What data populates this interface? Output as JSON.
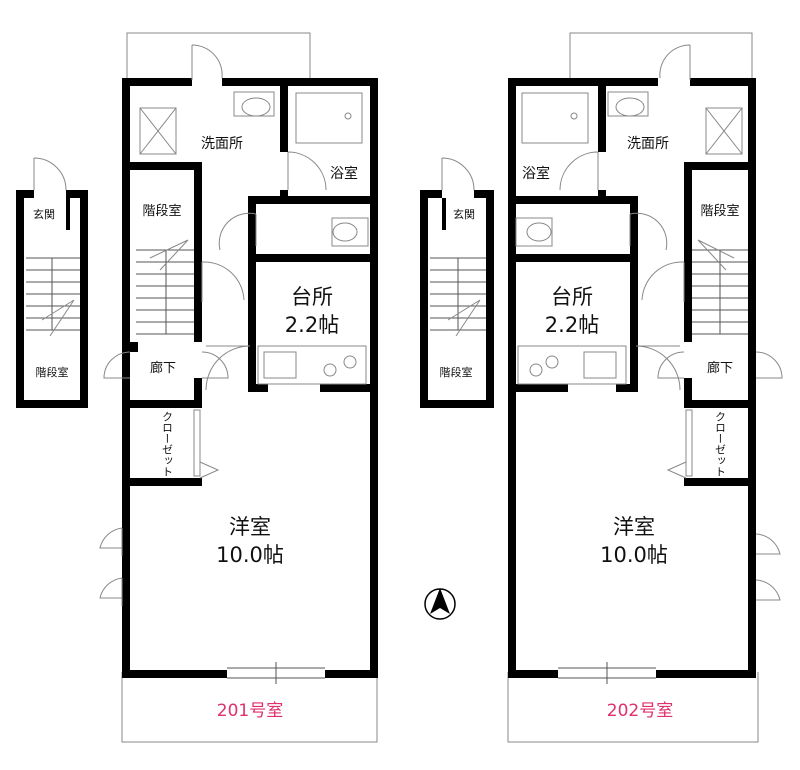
{
  "compass": {
    "symbol": "N"
  },
  "units": [
    {
      "name": "201号室",
      "rooms": {
        "washroom": "洗面所",
        "bath": "浴室",
        "stair_hall": "階段室",
        "kitchen_name": "台所",
        "kitchen_size": "2.2帖",
        "corridor": "廊下",
        "closet": "クローゼット",
        "western_name": "洋室",
        "western_size": "10.0帖"
      },
      "entrance_tower": {
        "entrance": "玄関",
        "stair_room": "階段室"
      }
    },
    {
      "name": "202号室",
      "rooms": {
        "washroom": "洗面所",
        "bath": "浴室",
        "stair_hall": "階段室",
        "kitchen_name": "台所",
        "kitchen_size": "2.2帖",
        "corridor": "廊下",
        "closet": "クローゼット",
        "western_name": "洋室",
        "western_size": "10.0帖"
      },
      "entrance_tower": {
        "entrance": "玄関",
        "stair_room": "階段室"
      }
    }
  ]
}
